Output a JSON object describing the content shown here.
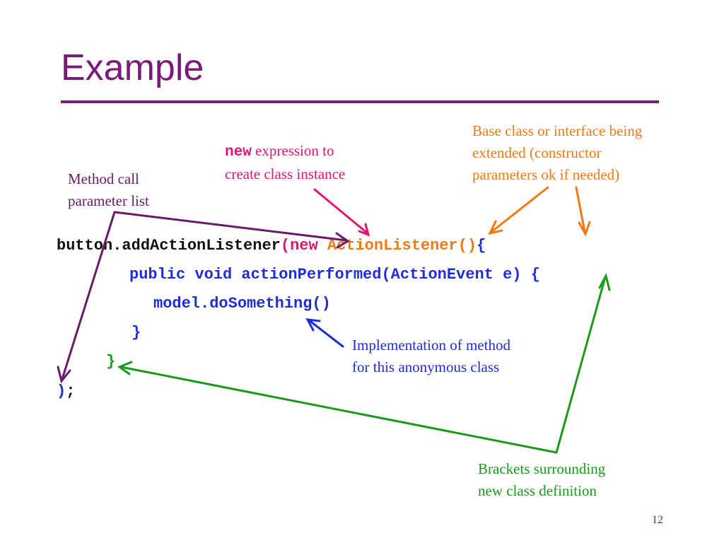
{
  "title": "Example",
  "page_number": "12",
  "code": {
    "line1_call": "button.addActionListener",
    "line1_open_paren": "(",
    "line1_new": "new",
    "line1_class": "ActionListener()",
    "line1_brace": "{",
    "line2": "public void actionPerformed(ActionEvent e) {",
    "line3": "model.doSomething()",
    "line4": "}",
    "line5": "}",
    "line6_paren": ")",
    "line6_semicolon": ";"
  },
  "annotations": {
    "method_call": "Method call\nparameter list",
    "new_keyword": "new",
    "new_expression": " expression to\ncreate class instance",
    "base_class": "Base class or interface being\nextended (constructor\nparameters ok if needed)",
    "implementation": "Implementation of method\nfor this anonymous class",
    "brackets": "Brackets surrounding\nnew class definition"
  },
  "colors": {
    "title": "#7a1a7a",
    "code_black": "#111111",
    "code_blue": "#1f2dd6",
    "new_pink": "#e0156f",
    "base_orange": "#f07a12",
    "bracket_green": "#1a9a1a",
    "method_purple": "#6a1a6a"
  }
}
